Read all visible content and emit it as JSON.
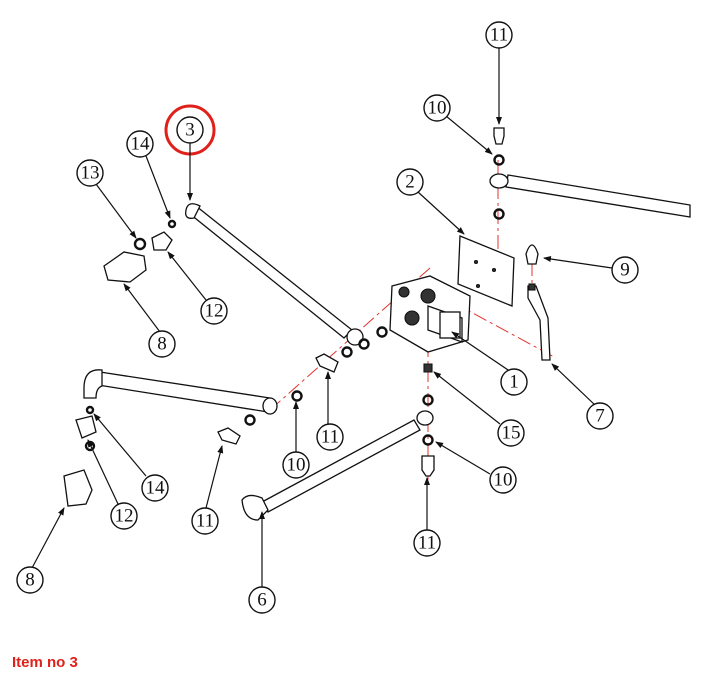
{
  "caption": "Item no 3",
  "highlight_color": "#e0201b",
  "callouts": {
    "c1": "1",
    "c2": "2",
    "c3": "3",
    "c6": "6",
    "c7": "7",
    "c8a": "8",
    "c8b": "8",
    "c9": "9",
    "c10a": "10",
    "c10b": "10",
    "c10c": "10",
    "c11a": "11",
    "c11b": "11",
    "c11c": "11",
    "c11d": "11",
    "c12a": "12",
    "c12b": "12",
    "c13": "13",
    "c14a": "14",
    "c14b": "14",
    "c15": "15"
  }
}
